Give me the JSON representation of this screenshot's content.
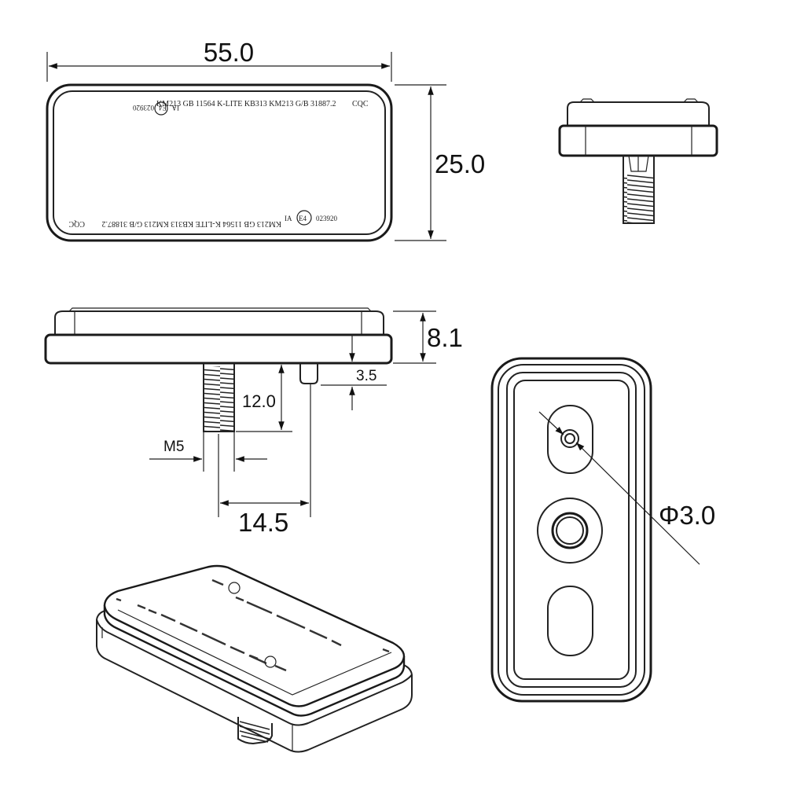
{
  "dimensions": {
    "width": "55.0",
    "height": "25.0",
    "depth": "8.1",
    "pin_height": "3.5",
    "bolt_length": "12.0",
    "thread": "M5",
    "bolt_offset": "14.5",
    "hole_diameter": "Φ3.0"
  },
  "markings": {
    "top_line": "KM213 GB 11564 K-LITE  KB313  KM213  G/B  31887.2",
    "cert_code": "023920",
    "ia": "IA",
    "e_mark": "E4",
    "ccc": "CQC"
  }
}
